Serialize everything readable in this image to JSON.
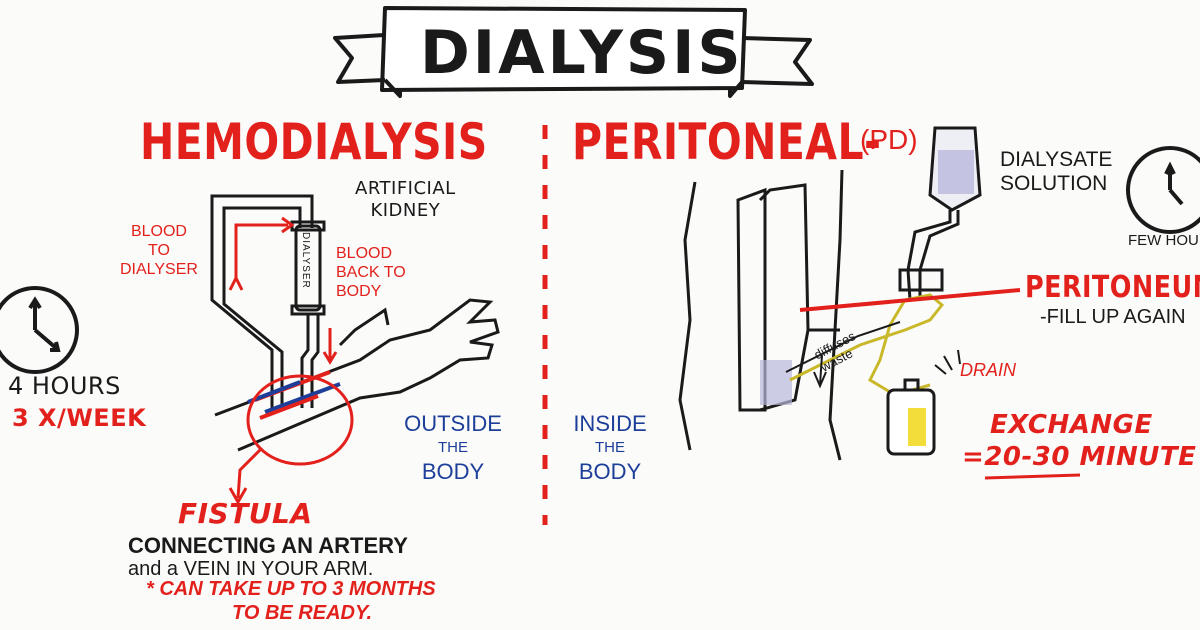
{
  "title": "DIALYSIS",
  "hemo": {
    "heading": "HEMODIALYSIS",
    "artificial_kidney": [
      "ARTIFICIAL",
      "KIDNEY"
    ],
    "blood_to_dialyser": [
      "BLOOD",
      "TO",
      "DIALYSER"
    ],
    "blood_back": [
      "BLOOD",
      "BACK TO",
      "BODY"
    ],
    "dialyser_label": "DIALYSER",
    "duration": "4 HOURS",
    "frequency": "3 X/WEEK",
    "outside": [
      "OUTSIDE",
      "THE",
      "BODY"
    ],
    "fistula_title": "FISTULA",
    "fistula_desc_1": "CONNECTING AN ARTERY",
    "fistula_desc_2": "and a VEIN IN YOUR ARM.",
    "fistula_note_1": "* CAN TAKE UP TO 3 MONTHS",
    "fistula_note_2": "TO BE READY."
  },
  "pd": {
    "heading": "PERITONEAL-",
    "heading_abbr": "(PD)",
    "solution": [
      "DIALYSATE",
      "SOLUTION"
    ],
    "few_hours": "FEW HOU",
    "peritoneum": "PERITONEUM",
    "fill_up": "-FILL UP AGAIN",
    "diffuses": [
      "diffuses",
      "waste"
    ],
    "drain": "DRAIN",
    "inside": [
      "INSIDE",
      "THE",
      "BODY"
    ],
    "exchange": "EXCHANGE",
    "exchange_time": "=20-30 MINUTE"
  },
  "colors": {
    "red": "#e3211c",
    "blue": "#1d3f9a",
    "ink": "#1a1a1a",
    "yellow": "#f2dd3a"
  }
}
